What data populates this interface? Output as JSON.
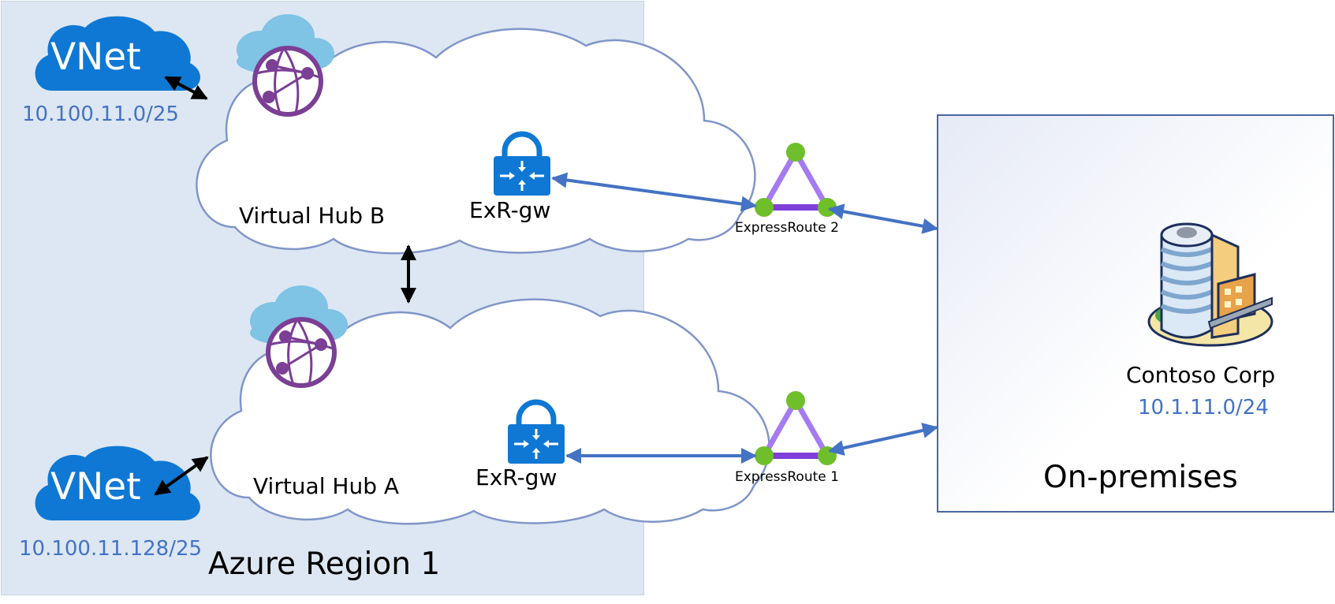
{
  "diagram": {
    "region": {
      "label": "Azure Region 1"
    },
    "onprem": {
      "label": "On-premises",
      "site_name": "Contoso Corp",
      "site_prefix": "10.1.11.0/24"
    },
    "vnets": [
      {
        "label": "VNet",
        "prefix": "10.100.11.0/25"
      },
      {
        "label": "VNet",
        "prefix": "10.100.11.128/25"
      }
    ],
    "hubs": [
      {
        "label": "Virtual Hub B",
        "gateway_label": "ExR-gw"
      },
      {
        "label": "Virtual Hub A",
        "gateway_label": "ExR-gw"
      }
    ],
    "expressroutes": [
      {
        "label": "ExpressRoute 2"
      },
      {
        "label": "ExpressRoute 1"
      }
    ]
  },
  "colors": {
    "region_fill": "#dce7f3",
    "vnet_cloud": "#0f78d4",
    "hub_outline": "#8096c8",
    "link_blue": "#4472c4",
    "prefix_text": "#4472c4",
    "circuit_purple": "#9b6cf0",
    "circuit_node": "#6fbf2a",
    "gateway_blue": "#0f78d4",
    "hub_icon_purple": "#7b3f95",
    "hub_icon_cloud": "#7fc3e5"
  },
  "icons": [
    "vnet-cloud-icon",
    "virtual-wan-hub-icon",
    "expressroute-gateway-icon",
    "expressroute-circuit-icon",
    "office-building-icon"
  ]
}
